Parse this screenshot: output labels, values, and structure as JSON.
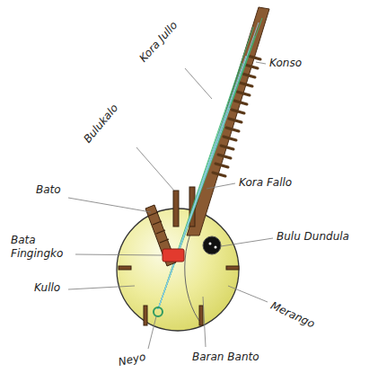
{
  "diagram": {
    "labels": [
      "Kora Jullo",
      "Konso",
      "Bulukalo",
      "Kora Fallo",
      "Bato",
      "Bata Fingingko",
      "Bulu Dundula",
      "Kullo",
      "Merango",
      "Neyo",
      "Baran Banto"
    ]
  }
}
